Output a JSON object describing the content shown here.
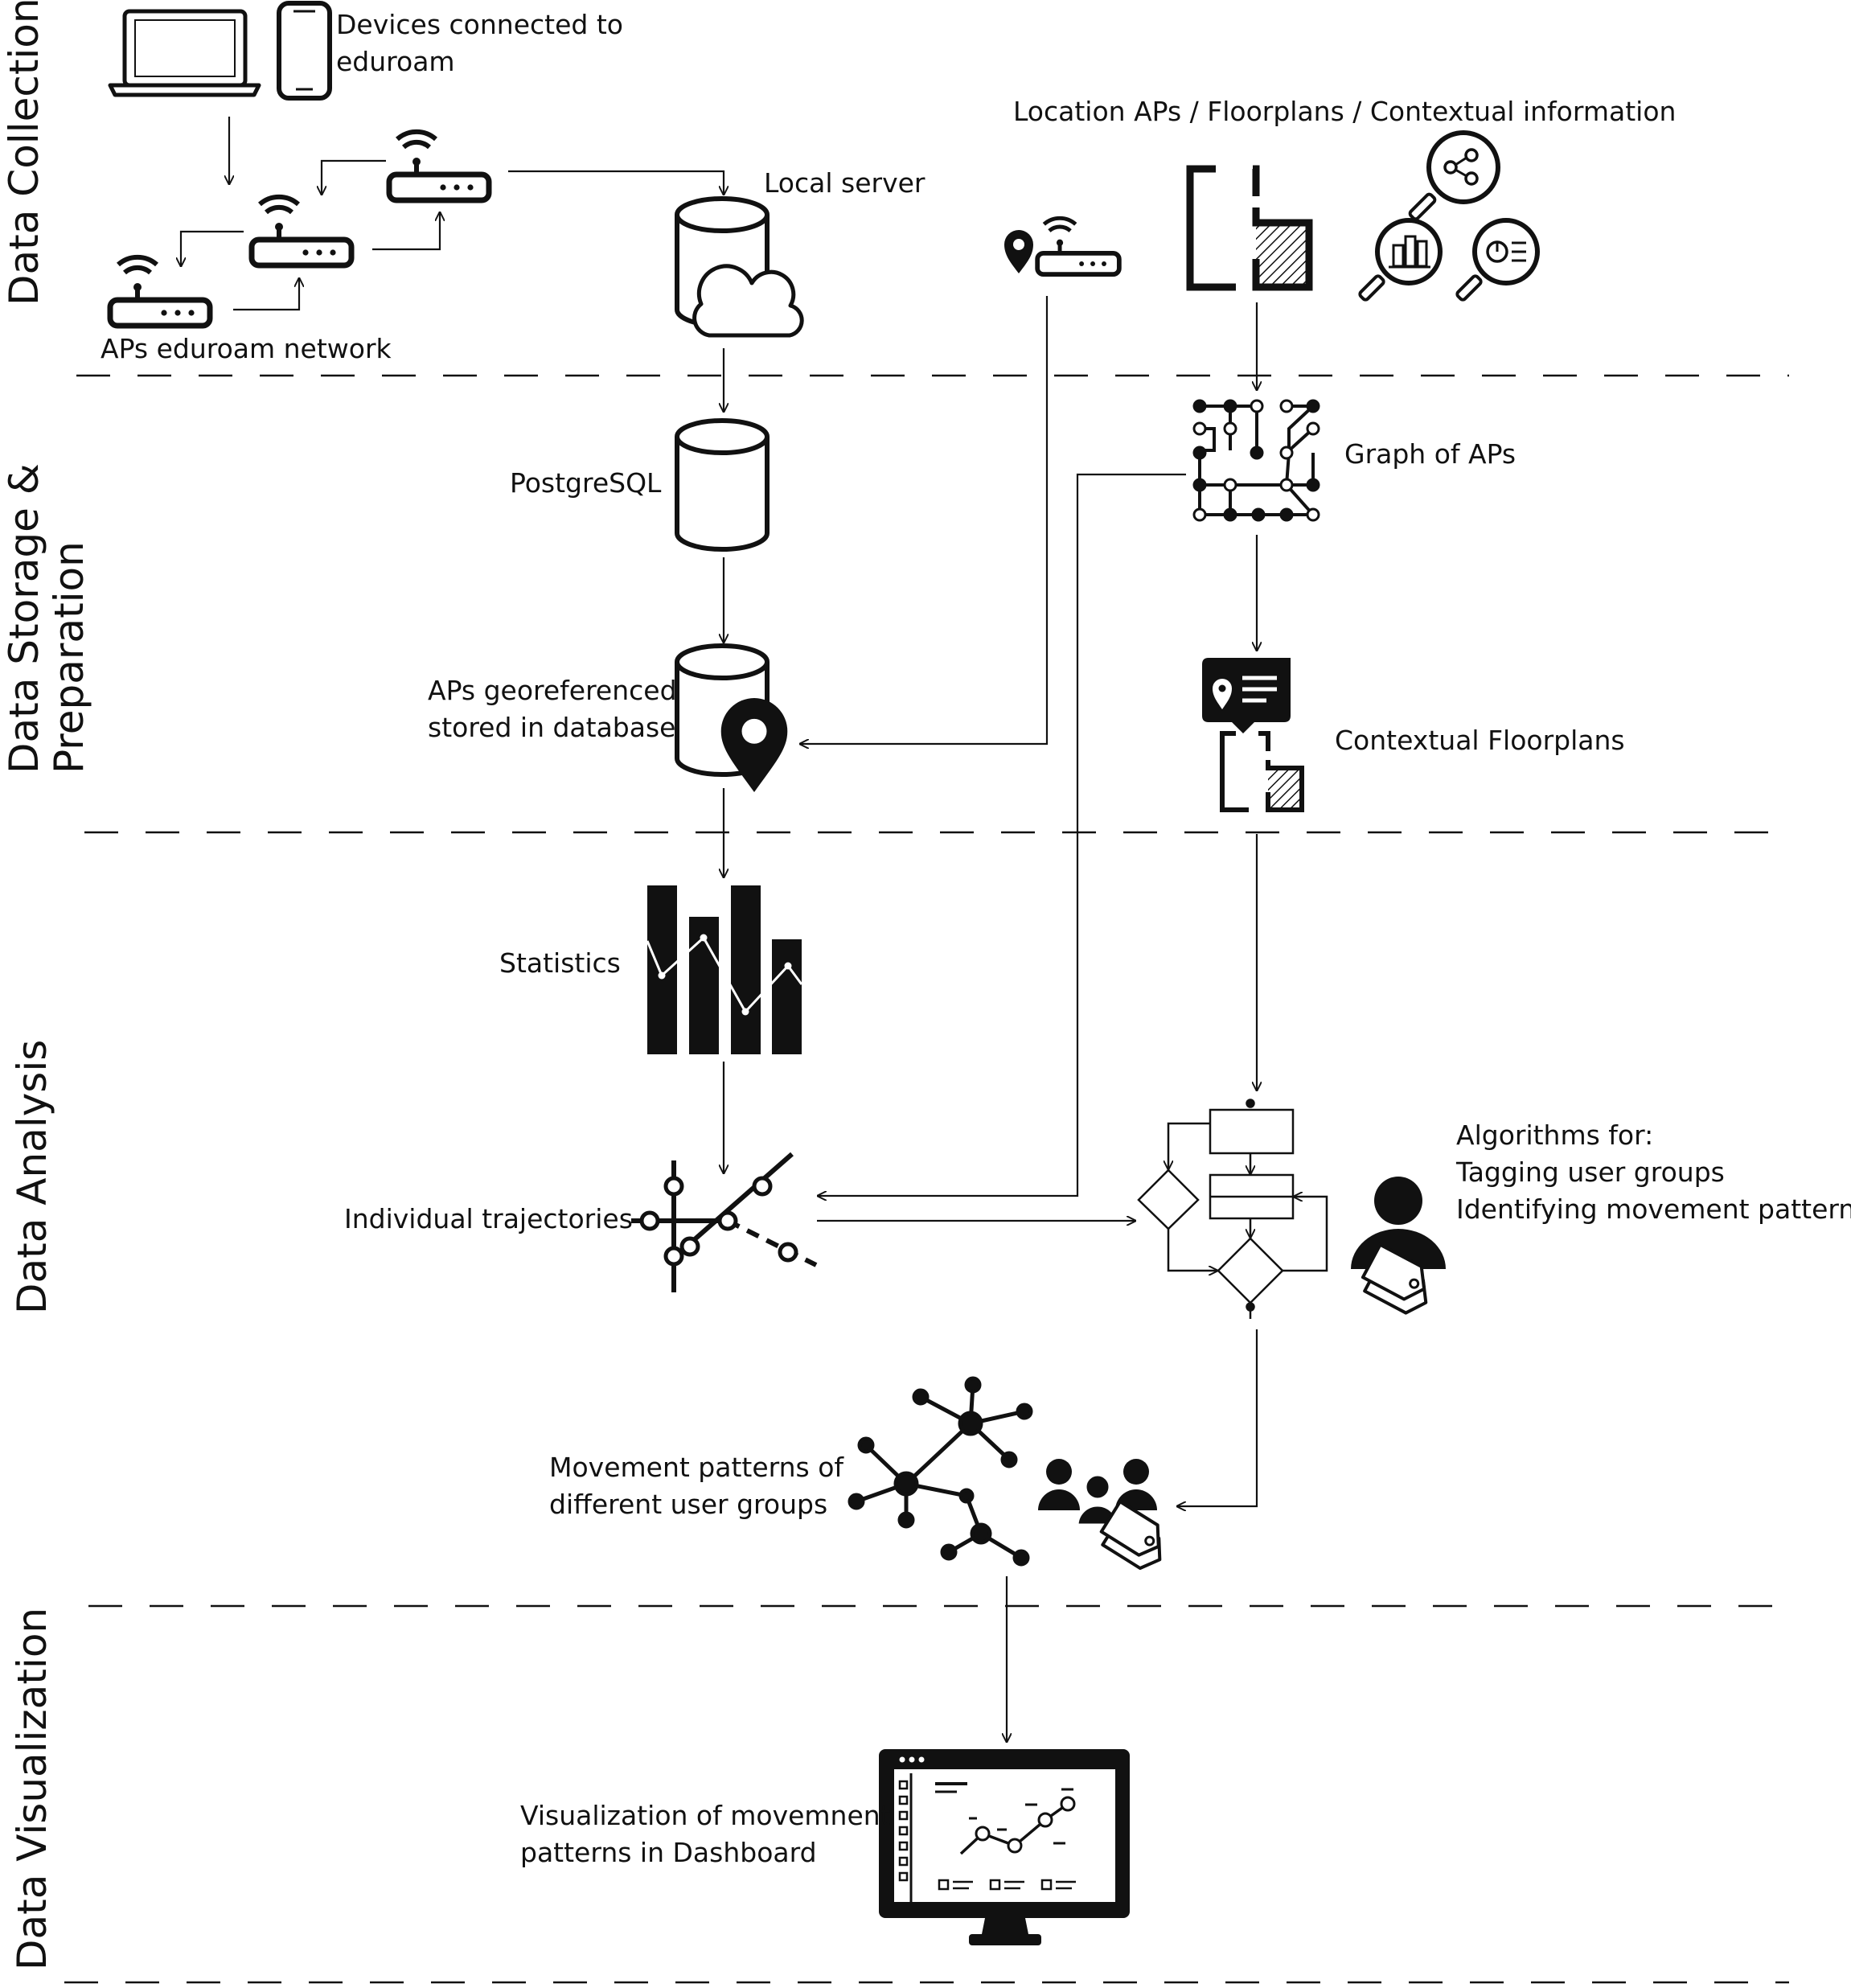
{
  "stages": {
    "collection": "Data Collection",
    "storage": [
      "Data Storage &",
      "Preparation"
    ],
    "analysis": "Data Analysis",
    "visualization": "Data Visualization"
  },
  "labels": {
    "devices": [
      "Devices connected to",
      "eduroam"
    ],
    "aps_network": "APs eduroam network",
    "local_server": "Local server",
    "location_info": "Location APs / Floorplans / Contextual information",
    "postgresql": "PostgreSQL",
    "aps_georef": [
      "APs georeferenced",
      "stored in database"
    ],
    "graph_aps": "Graph of APs",
    "contextual_floorplans": "Contextual Floorplans",
    "statistics": "Statistics",
    "trajectories": "Individual trajectories",
    "algorithms": [
      "Algorithms for:",
      "Tagging user groups",
      "Identifying movement patterns"
    ],
    "movement_patterns": [
      "Movement patterns of",
      "different user groups"
    ],
    "visualization": [
      "Visualization of movemnent",
      "patterns in Dashboard"
    ]
  },
  "icons": {
    "laptop": "laptop-icon",
    "phone": "smartphone-icon",
    "router": "wifi-router-icon",
    "database": "database-icon",
    "cloud": "cloud-icon",
    "location_pin": "location-pin-icon",
    "floorplan": "floorplan-icon",
    "search_network": "magnifier-network-icon",
    "search_buildings": "magnifier-buildings-icon",
    "search_report": "magnifier-report-icon",
    "graph": "graph-icon",
    "info_pin": "info-pin-icon",
    "bar_chart": "bar-chart-icon",
    "trajectory": "trajectory-icon",
    "flowchart": "flowchart-icon",
    "user_tag": "user-tag-icon",
    "network": "network-icon",
    "group_tag": "group-tag-icon",
    "dashboard": "dashboard-monitor-icon"
  },
  "colors": {
    "ink": "#111111",
    "background": "#ffffff"
  }
}
